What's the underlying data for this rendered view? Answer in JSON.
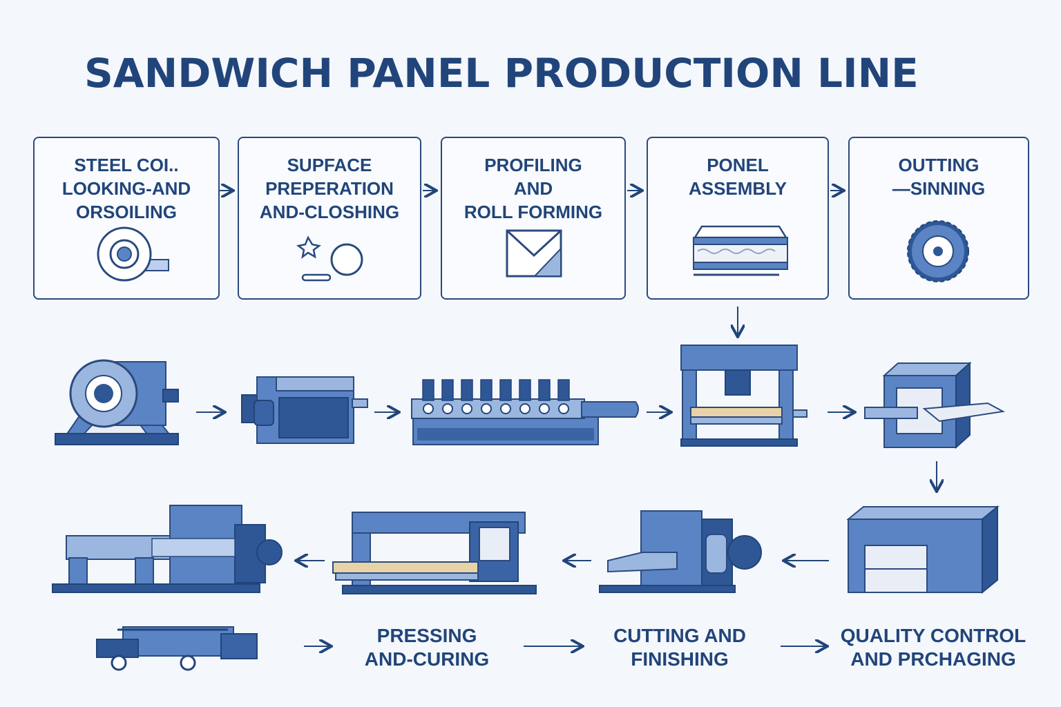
{
  "title": "SANDWICH PANEL PRODUCTION LINE",
  "steps": [
    {
      "label": "STEEL COI..\nLOOKING-AND\nORSOILING",
      "icon": "steel-coil-icon"
    },
    {
      "label": "SUPFACE\nPREPERATION\nAND-CLOSHING",
      "icon": "surface-prep-icon"
    },
    {
      "label": "PROFILING\nAND\nROLL FORMING",
      "icon": "roll-forming-icon"
    },
    {
      "label": "PONEL\nASSEMBLY",
      "icon": "panel-assembly-icon"
    },
    {
      "label": "OUTTING\n—SINNING",
      "icon": "saw-blade-icon"
    }
  ],
  "bottom_labels": [
    {
      "label": "PRESSING\nAND-CURING"
    },
    {
      "label": "CUTTING AND\nFINISHING"
    },
    {
      "label": "QUALITY CONTROL\nAND PRCHAGING"
    }
  ],
  "colors": {
    "primary": "#21457a",
    "machine": "#5b84c4",
    "machine_dark": "#2f5796",
    "machine_light": "#9bb7e0",
    "panel_core": "#e8d3a8",
    "background": "#f4f7fb"
  }
}
